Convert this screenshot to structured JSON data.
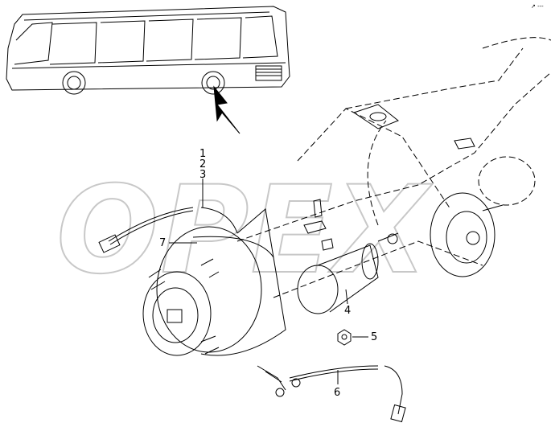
{
  "diagram": {
    "title": "",
    "watermark": "OPEX",
    "corner_mark": "↗ ---",
    "callouts": [
      {
        "id": "1",
        "label": "1"
      },
      {
        "id": "2",
        "label": "2"
      },
      {
        "id": "3",
        "label": "3"
      },
      {
        "id": "4",
        "label": "4"
      },
      {
        "id": "5",
        "label": "5"
      },
      {
        "id": "6",
        "label": "6"
      },
      {
        "id": "7",
        "label": "7"
      }
    ],
    "components": [
      "bus-overview",
      "location-arrow",
      "rear-axle-housing",
      "wheel-hub",
      "brake-drum",
      "brake-chamber",
      "sensor-cable",
      "sensor-cable-with-clips",
      "hex-nut",
      "differential-flange"
    ]
  }
}
